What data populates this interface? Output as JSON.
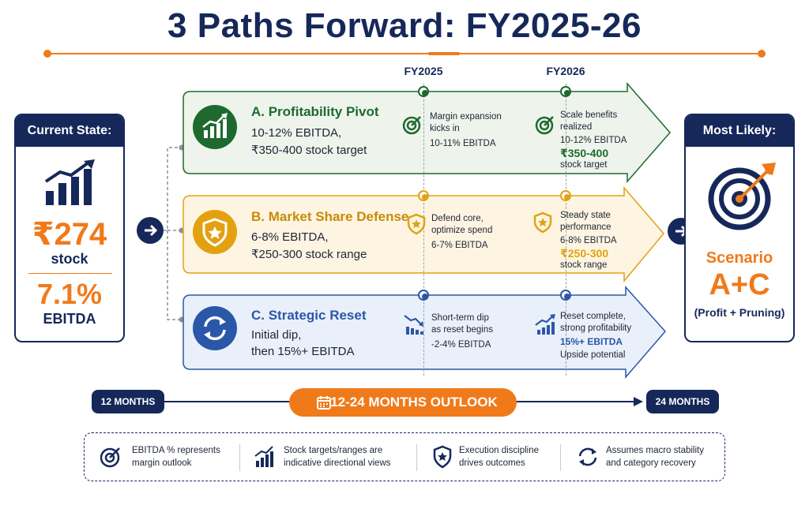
{
  "title": "3 Paths Forward: FY2025-26",
  "colors": {
    "navy": "#16285a",
    "orange": "#f07a1a",
    "green": "#1e6a2e",
    "gold": "#e3a112",
    "blue": "#2b57a8"
  },
  "current_state": {
    "heading": "Current State:",
    "price": "₹274",
    "price_label": "stock",
    "ebitda": "7.1%",
    "ebitda_label": "EBITDA",
    "icon": "bar-chart-up-icon"
  },
  "years": [
    "FY2025",
    "FY2026"
  ],
  "paths": [
    {
      "title": "A. Profitability Pivot",
      "line1": "10-12% EBITDA,",
      "line2": "₹350-400 stock target",
      "icon": "growth-chart-icon",
      "fy2025": {
        "lines": [
          "Margin expansion",
          "kicks in",
          "10-11% EBITDA"
        ],
        "icon": "target-icon"
      },
      "fy2026": {
        "lines": [
          "Scale benefits",
          "realized",
          "10-12% EBITDA"
        ],
        "highlight": "₹350-400",
        "tail": "stock target",
        "icon": "target-icon"
      }
    },
    {
      "title": "B. Market Share Defense",
      "line1": "6-8% EBITDA,",
      "line2": "₹250-300 stock range",
      "icon": "shield-star-icon",
      "fy2025": {
        "lines": [
          "Defend core,",
          "optimize spend",
          "6-7% EBITDA"
        ],
        "icon": "shield-star-icon"
      },
      "fy2026": {
        "lines": [
          "Steady state",
          "performance",
          "6-8% EBITDA"
        ],
        "highlight": "₹250-300",
        "tail": "stock range",
        "icon": "shield-star-icon"
      }
    },
    {
      "title": "C. Strategic Reset",
      "line1": "Initial dip,",
      "line2": "then 15%+ EBITDA",
      "icon": "refresh-icon",
      "fy2025": {
        "lines": [
          "Short-term dip",
          "as reset begins",
          "-2-4% EBITDA"
        ],
        "icon": "chart-down-icon"
      },
      "fy2026": {
        "lines": [
          "Reset complete,",
          "strong profitability"
        ],
        "highlight": "15%+ EBITDA",
        "tail": "Upside potential",
        "icon": "chart-up-icon"
      }
    }
  ],
  "most_likely": {
    "heading": "Most Likely:",
    "scenario": "Scenario",
    "combo": "A+C",
    "detail": "(Profit + Pruning)",
    "icon": "bullseye-icon"
  },
  "timeline": {
    "start": "12 MONTHS",
    "center": "12-24 MONTHS OUTLOOK",
    "end": "24 MONTHS"
  },
  "footer": [
    {
      "line1": "EBITDA % represents",
      "line2": "margin outlook",
      "icon": "target-icon"
    },
    {
      "line1": "Stock targets/ranges are",
      "line2": "indicative directional views",
      "icon": "bar-chart-icon"
    },
    {
      "line1": "Execution discipline",
      "line2": "drives outcomes",
      "icon": "shield-star-icon"
    },
    {
      "line1": "Assumes macro stability",
      "line2": "and category recovery",
      "icon": "refresh-icon"
    }
  ]
}
